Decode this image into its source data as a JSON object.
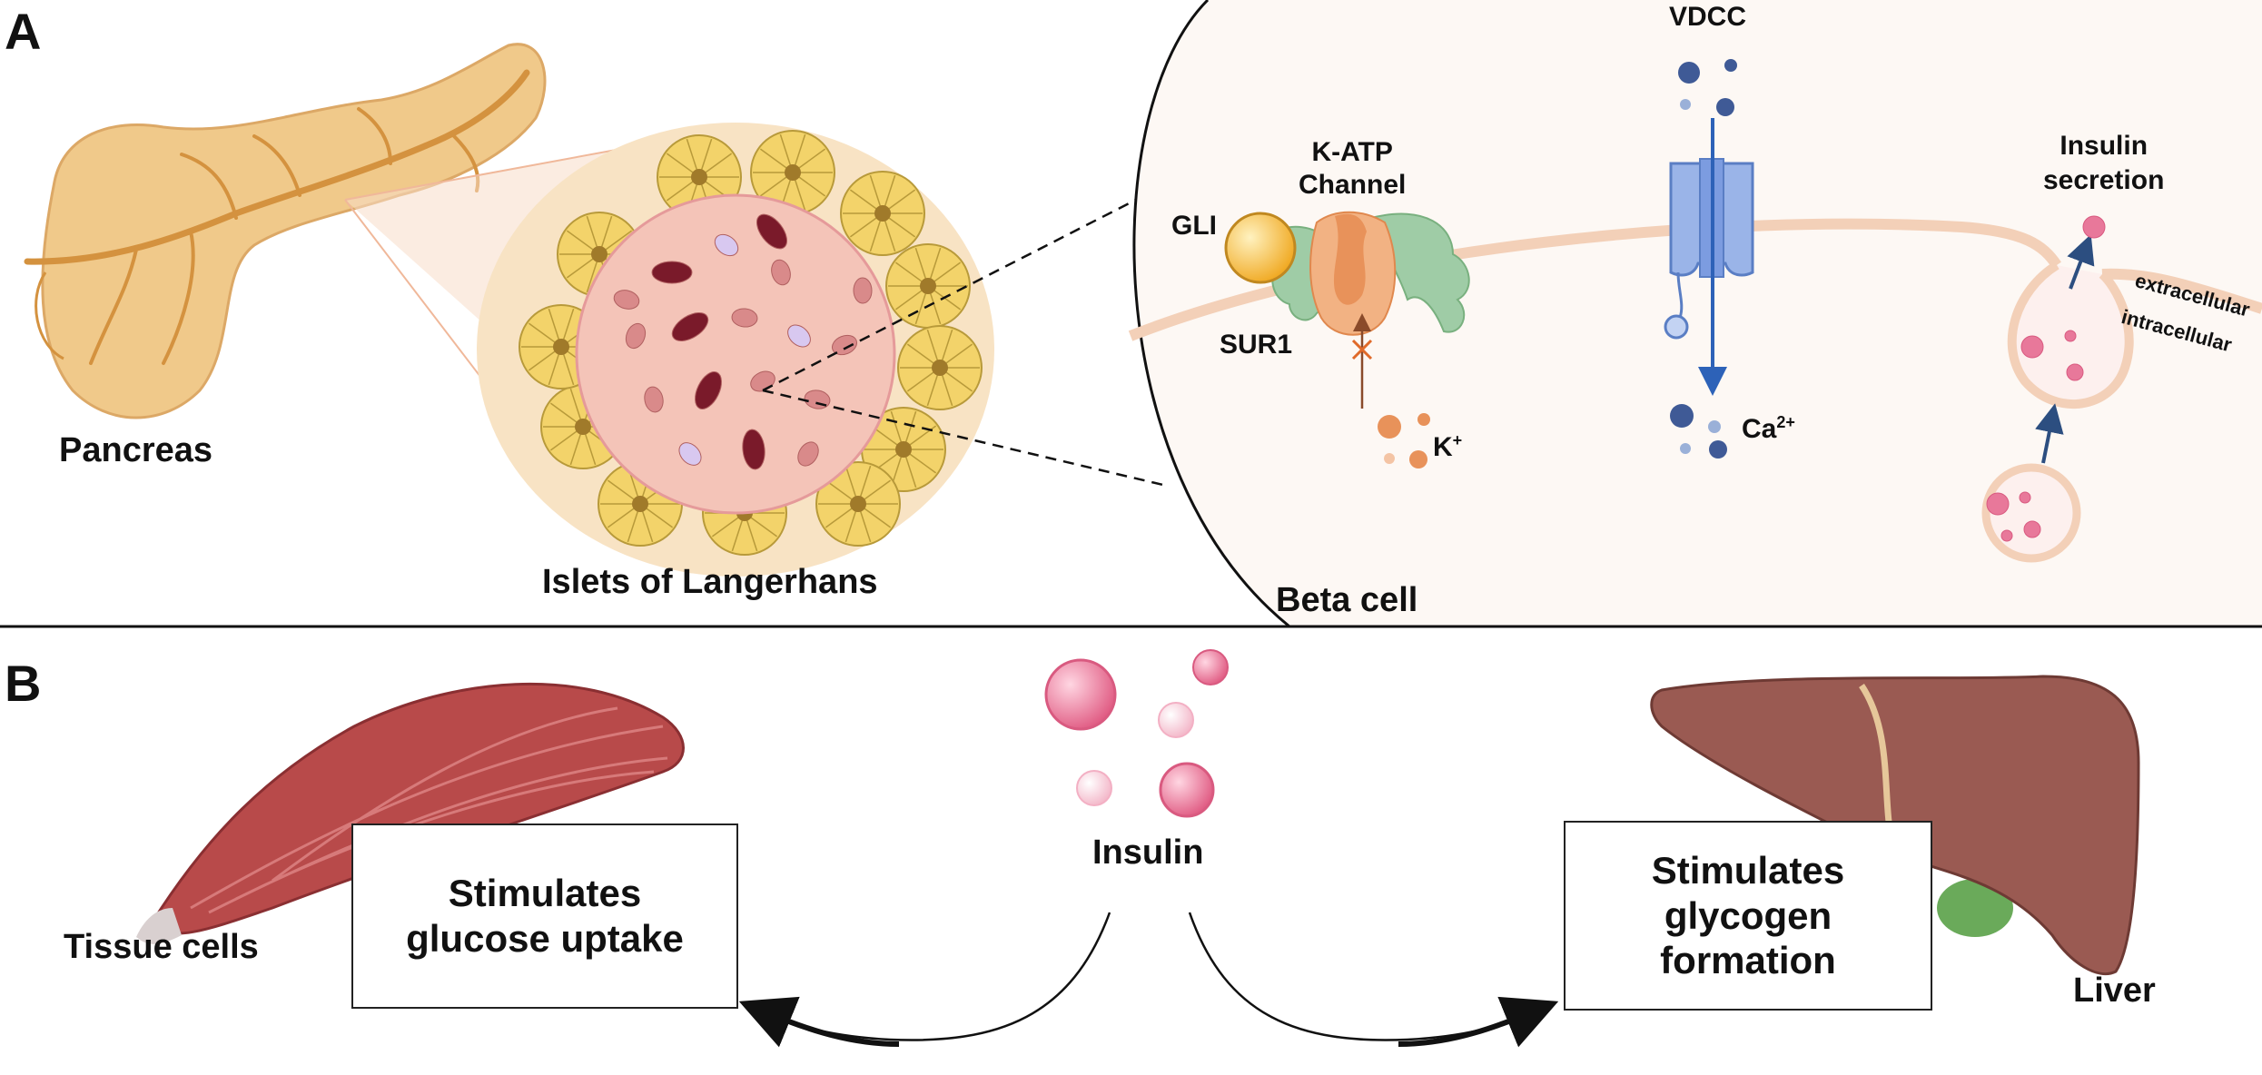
{
  "panels": {
    "a": "A",
    "b": "B"
  },
  "panel_a": {
    "pancreas": "Pancreas",
    "islets": "Islets of Langerhans",
    "beta_cell": "Beta cell",
    "gli": "GLI",
    "katp_line1": "K-ATP",
    "katp_line2": "Channel",
    "sur1": "SUR1",
    "k_ion": "K",
    "k_charge": "+",
    "vdcc": "VDCC",
    "ca_ion": "Ca",
    "ca_charge": "2+",
    "insulin_line1": "Insulin",
    "insulin_line2": "secretion",
    "extracellular": "extracellular",
    "intracellular": "intracellular"
  },
  "panel_b": {
    "tissue": "Tissue cells",
    "glucose_box": "Stimulates\nglucose uptake",
    "insulin": "Insulin",
    "glycogen_box": "Stimulates\nglycogen\nformation",
    "liver": "Liver"
  },
  "colors": {
    "pancreas": "#f0c98a",
    "duct": "#d99a4a",
    "islet_bg": "#f8dcc8",
    "acinar": "#f3d36a",
    "katp": "#e8925a",
    "sur1": "#9fcca6",
    "gli": "#f5b83a",
    "vdcc": "#9ab4e8",
    "ca": "#3f5a96",
    "insulin": "#e8789a",
    "muscle": "#b84a4a",
    "liver": "#9a5a52"
  }
}
